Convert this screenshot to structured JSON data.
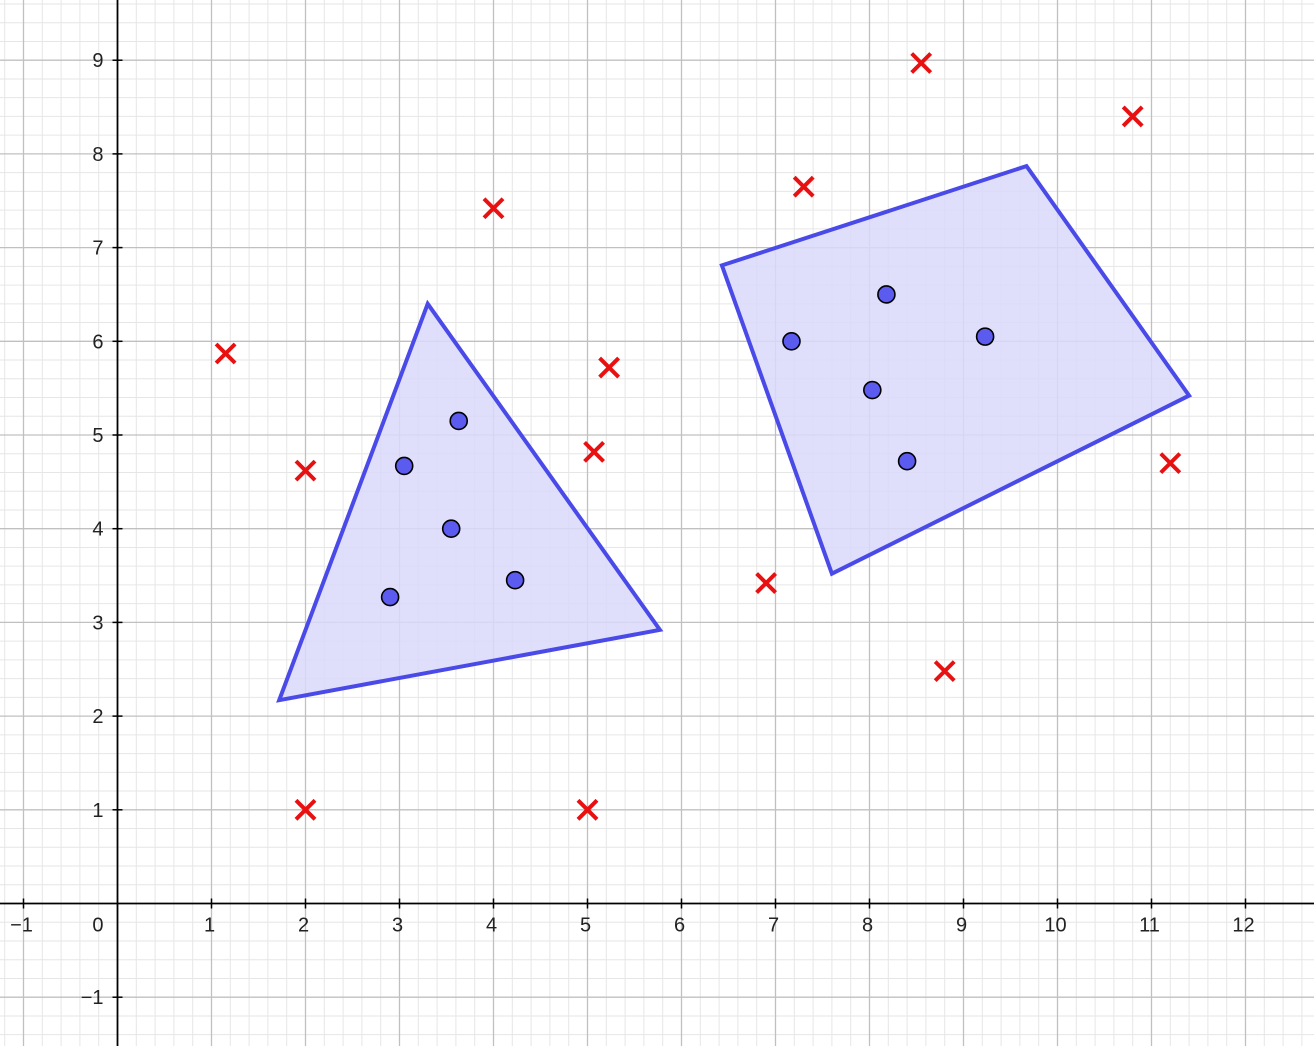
{
  "chart_data": {
    "type": "scatter",
    "title": "",
    "xlabel": "",
    "ylabel": "",
    "xlim": [
      -1.25,
      12.75
    ],
    "ylim": [
      -1.5,
      9.6
    ],
    "grid": true,
    "x_tick_labels": [
      "−1",
      "1",
      "2",
      "3",
      "4",
      "5",
      "6",
      "7",
      "8",
      "9",
      "10",
      "11",
      "12"
    ],
    "y_tick_labels": [
      "−1",
      "1",
      "2",
      "3",
      "4",
      "5",
      "6",
      "7",
      "8",
      "9"
    ],
    "origin_label": "0",
    "polygons": [
      {
        "vertices": [
          [
            3.3,
            6.4
          ],
          [
            5.77,
            2.92
          ],
          [
            1.72,
            2.17
          ]
        ]
      },
      {
        "vertices": [
          [
            6.43,
            6.81
          ],
          [
            9.67,
            7.87
          ],
          [
            11.4,
            5.42
          ],
          [
            7.6,
            3.52
          ]
        ]
      }
    ],
    "series": [
      {
        "marker": "circle",
        "points": [
          [
            3.05,
            4.67
          ],
          [
            3.63,
            5.15
          ],
          [
            3.55,
            4.0
          ],
          [
            4.23,
            3.45
          ],
          [
            2.9,
            3.27
          ],
          [
            8.18,
            6.5
          ],
          [
            7.17,
            6.0
          ],
          [
            9.23,
            6.05
          ],
          [
            8.03,
            5.48
          ],
          [
            8.4,
            4.72
          ]
        ]
      },
      {
        "marker": "cross",
        "points": [
          [
            1.15,
            5.87
          ],
          [
            2.0,
            4.62
          ],
          [
            4.0,
            7.42
          ],
          [
            5.23,
            5.72
          ],
          [
            5.07,
            4.82
          ],
          [
            2.0,
            1.0
          ],
          [
            5.0,
            1.0
          ],
          [
            7.3,
            7.65
          ],
          [
            8.55,
            8.97
          ],
          [
            10.8,
            8.4
          ],
          [
            11.2,
            4.7
          ],
          [
            6.9,
            3.42
          ],
          [
            8.8,
            2.48
          ]
        ]
      }
    ],
    "colors": {
      "axis": "#000000",
      "major_grid": "#c0c0c0",
      "minor_grid": "#e6e6e6",
      "polygon_stroke": "#4a4ae8",
      "polygon_fill": "#d9d9fa",
      "circle_fill": "#5b5bf0",
      "circle_stroke": "#000000",
      "cross": "#e81010"
    }
  }
}
